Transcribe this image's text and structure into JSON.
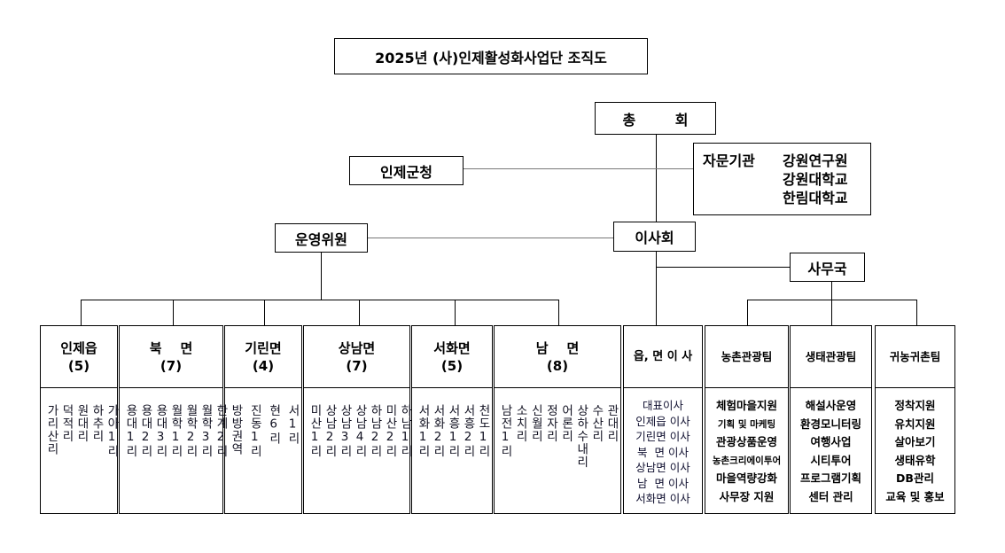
{
  "title": "2025년 (사)인제활성화사업단 조직도",
  "general_assembly": "총        회",
  "county_office": "인제군청",
  "advisory": {
    "label": "자문기관",
    "orgs": [
      "강원연구원",
      "강원대학교",
      "한림대학교"
    ]
  },
  "steering_committee": "운영위원",
  "board": "이사회",
  "secretariat": "사무국",
  "regions": [
    {
      "name": "인제읍",
      "count": "(5)",
      "villages": [
        "가리산리",
        "덕적리",
        "원대리",
        "하추리",
        "가아1리"
      ]
    },
    {
      "name": "북    면",
      "count": "(7)",
      "villages": [
        "용대1리",
        "용대2리",
        "용대3리",
        "월학1리",
        "월학2리",
        "월학3리",
        "한계2리"
      ]
    },
    {
      "name": "기린면",
      "count": "(4)",
      "villages": [
        "방방권역",
        "진동1리",
        "현6리",
        "서1리"
      ]
    },
    {
      "name": "상남면",
      "count": "(7)",
      "villages": [
        "미산1리",
        "상남2리",
        "상남3리",
        "상남4리",
        "하남2리",
        "미산2리",
        "하남1리"
      ]
    },
    {
      "name": "서화면",
      "count": "(5)",
      "villages": [
        "서화1리",
        "서화2리",
        "서흥1리",
        "서흥2리",
        "천도1리"
      ]
    },
    {
      "name": "남    면",
      "count": "(8)",
      "villages": [
        "남전1리",
        "소치리",
        "신월리",
        "정자리",
        "어론리",
        "상하수내리",
        "수산리",
        "관대리"
      ]
    }
  ],
  "directors": {
    "name": "읍, 면 이 사",
    "members": [
      "대표이사",
      "인제읍 이사",
      "기린면 이사",
      "북  면 이사",
      "상남면 이사",
      "남  면 이사",
      "서화면 이사"
    ]
  },
  "teams": [
    {
      "name": "농촌관광팀",
      "tasks": [
        "체험마을지원",
        "기획 및 마케팅",
        "관광상품운영",
        "농촌크리에이투어",
        "마을역량강화",
        "사무장 지원"
      ]
    },
    {
      "name": "생태관광팀",
      "tasks": [
        "해설사운영",
        "환경모니터링",
        "여행사업",
        "시티투어",
        "프로그램기획",
        "센터 관리"
      ]
    },
    {
      "name": "귀농귀촌팀",
      "tasks": [
        "정착지원",
        "유치지원",
        "살아보기",
        "생태유학",
        "DB관리",
        "교육 및 홍보"
      ]
    }
  ]
}
